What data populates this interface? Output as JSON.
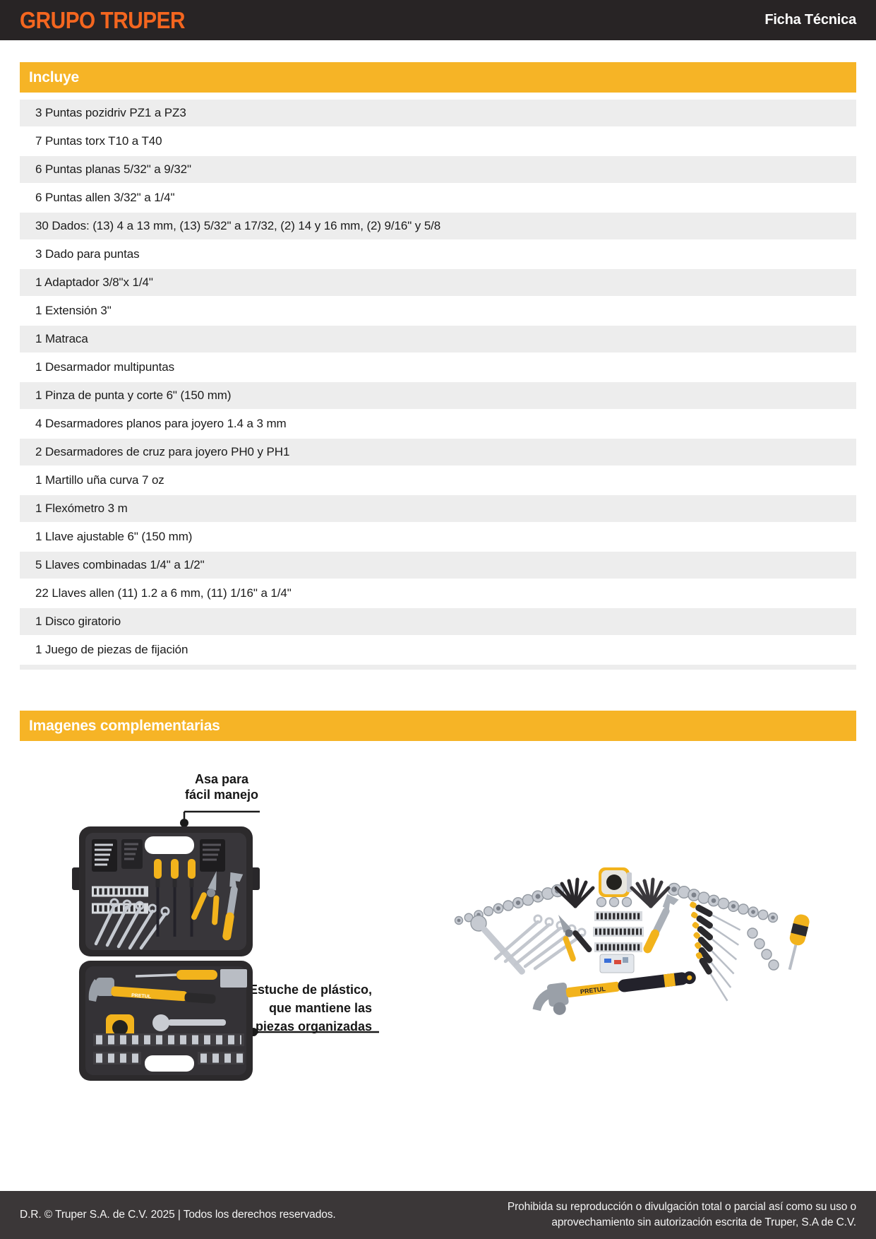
{
  "header": {
    "brand": "GRUPO TRUPER",
    "doc_type": "Ficha Técnica"
  },
  "sections": {
    "includes": {
      "title": "Incluye",
      "items": [
        "3 Puntas pozidriv PZ1 a PZ3",
        "7 Puntas torx T10 a T40",
        "6 Puntas planas 5/32\" a 9/32\"",
        "6 Puntas allen 3/32\" a 1/4\"",
        "30 Dados: (13) 4 a 13 mm, (13) 5/32\" a 17/32, (2) 14 y 16 mm, (2) 9/16\" y 5/8",
        "3 Dado para puntas",
        "1 Adaptador 3/8\"x 1/4\"",
        "1 Extensión 3\"",
        "1 Matraca",
        "1 Desarmador multipuntas",
        "1 Pinza de punta y corte 6\" (150 mm)",
        "4 Desarmadores planos para joyero 1.4 a 3 mm",
        "2 Desarmadores de cruz para joyero PH0 y PH1",
        "1 Martillo uña curva 7 oz",
        "1 Flexómetro 3 m",
        "1 Llave ajustable 6\" (150 mm)",
        "5 Llaves combinadas 1/4\" a 1/2\"",
        "22 Llaves allen (11) 1.2 a 6 mm, (11) 1/16\" a 1/4\"",
        "1 Disco giratorio",
        "1 Juego de piezas de fijación"
      ]
    },
    "images": {
      "title": "Imagenes complementarias",
      "tool_brand": "PRETUL",
      "annotations": {
        "handle": [
          "Asa para",
          "fácil manejo"
        ],
        "case": [
          "Estuche de plástico,",
          "que mantiene las",
          "piezas organizadas"
        ]
      }
    }
  },
  "footer": {
    "left": "D.R. © Truper S.A. de C.V. 2025 | Todos los derechos reservados.",
    "right_lines": [
      "Prohibida su reproducción o divulgación total o parcial así como su uso o",
      "aprovechamiento sin autorización escrita de Truper, S.A de C.V."
    ]
  },
  "colors": {
    "accent_yellow": "#F6B426",
    "brand_orange": "#F4661F",
    "header_bg": "#282425",
    "footer_bg": "#3B3738",
    "row_alt": "#EDEDED"
  }
}
